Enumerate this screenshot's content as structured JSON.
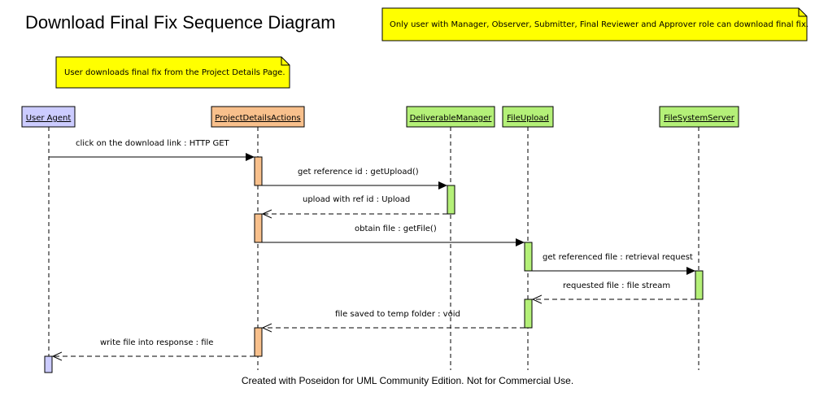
{
  "title": "Download Final Fix Sequence Diagram",
  "notes": {
    "role_note": "Only user with Manager, Observer, Submitter, Final Reviewer and Approver role can download final fix.",
    "page_note": "User downloads final fix from the Project Details Page."
  },
  "participants": [
    {
      "id": "user-agent",
      "label": "User Agent",
      "color": "#ccccff"
    },
    {
      "id": "project-details-actions",
      "label": "ProjectDetailsActions",
      "color": "#f8c08c"
    },
    {
      "id": "deliverable-manager",
      "label": "DeliverableManager",
      "color": "#b4f078"
    },
    {
      "id": "file-upload",
      "label": "FileUpload",
      "color": "#b4f078"
    },
    {
      "id": "file-system-server",
      "label": "FileSystemServer",
      "color": "#b4f078"
    }
  ],
  "messages": [
    {
      "from": "user-agent",
      "to": "project-details-actions",
      "label": "click on the download link : HTTP GET",
      "kind": "call"
    },
    {
      "from": "project-details-actions",
      "to": "deliverable-manager",
      "label": "get reference id : getUpload()",
      "kind": "call"
    },
    {
      "from": "deliverable-manager",
      "to": "project-details-actions",
      "label": "upload with ref id : Upload",
      "kind": "return"
    },
    {
      "from": "project-details-actions",
      "to": "file-upload",
      "label": "obtain file : getFile()",
      "kind": "call"
    },
    {
      "from": "file-upload",
      "to": "file-system-server",
      "label": "get referenced file : retrieval request",
      "kind": "call"
    },
    {
      "from": "file-system-server",
      "to": "file-upload",
      "label": "requested file : file stream",
      "kind": "return"
    },
    {
      "from": "file-upload",
      "to": "project-details-actions",
      "label": "file saved to temp folder : void",
      "kind": "return"
    },
    {
      "from": "project-details-actions",
      "to": "user-agent",
      "label": "write file into response : file",
      "kind": "return"
    }
  ],
  "footer": "Created with Poseidon for UML Community Edition. Not for Commercial Use.",
  "colors": {
    "note_fill": "#ffff00",
    "line": "#000000"
  }
}
